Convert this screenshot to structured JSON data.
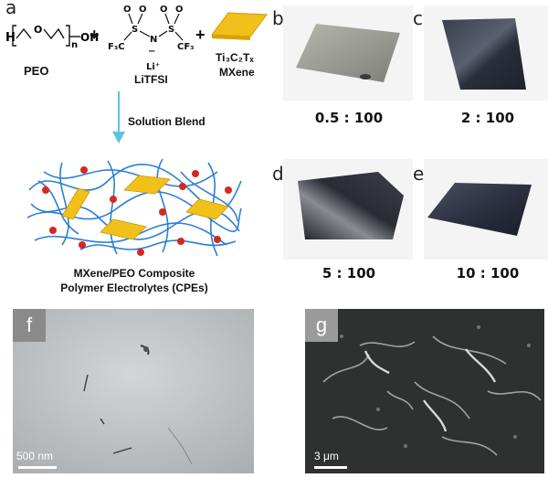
{
  "panels": {
    "a": "a",
    "b": "b",
    "c": "c",
    "d": "d",
    "e": "e",
    "f": "f",
    "g": "g"
  },
  "reagents": {
    "peo": "PEO",
    "litfsi": "LiTFSI",
    "mxene_formula": "Ti₃C₂Tₓ",
    "mxene_name": "MXene",
    "plus": "+"
  },
  "process": {
    "step": "Solution Blend"
  },
  "product": {
    "line1": "MXene/PEO Composite",
    "line2": "Polymer Electrolytes (CPEs)"
  },
  "ratios": {
    "b": "0.5 : 100",
    "c": "2 : 100",
    "d": "5 : 100",
    "e": "10 : 100"
  },
  "micrographs": {
    "f_scale": "500 nm",
    "g_scale": "3 μm"
  },
  "colors": {
    "polymer": "#2b7fd6",
    "mxene_sheet": "#f2c01b",
    "li_ion": "#d6281f",
    "arrow": "#5bc5e0",
    "f_letter_bg": "#8a8a8a",
    "g_letter_bg": "#9a9a9a"
  }
}
